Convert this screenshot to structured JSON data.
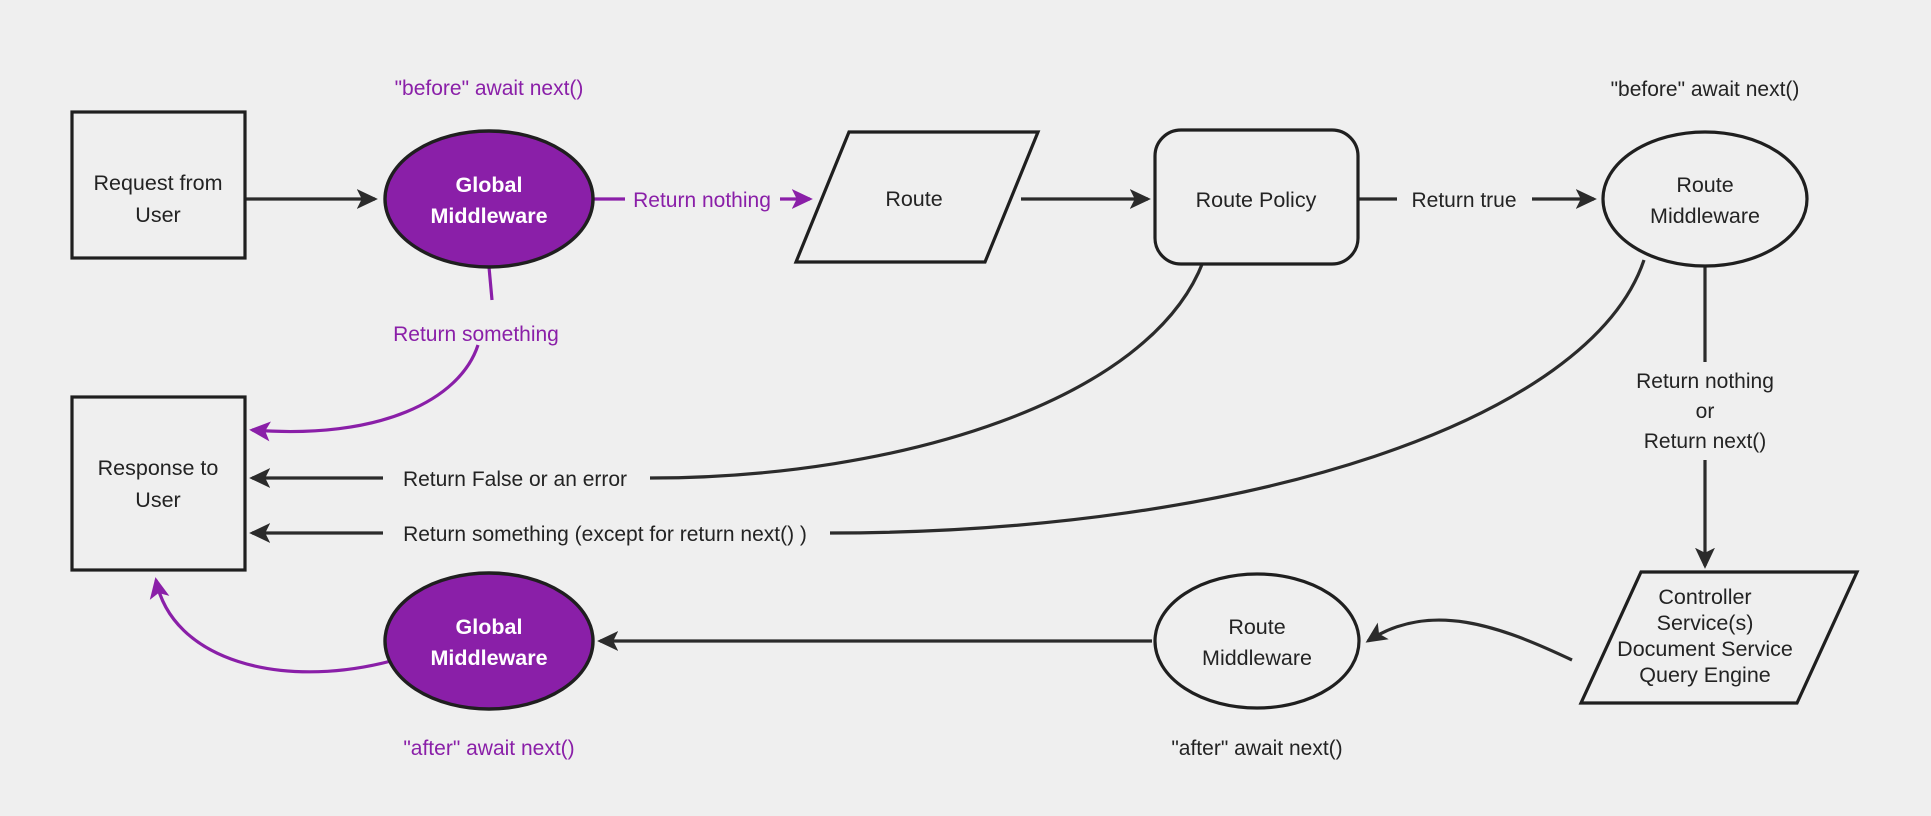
{
  "diagram": {
    "title": "Middleware request/response lifecycle flow",
    "background_color": "#efefef",
    "accent_color": "#8a1fa8",
    "line_color": "#2b2b2b",
    "nodes": {
      "request_from_user": {
        "line1": "Request from",
        "line2": "User",
        "shape": "rectangle"
      },
      "global_middleware_top": {
        "line1": "Global",
        "line2": "Middleware",
        "shape": "ellipse",
        "fill": "#8a1fa8"
      },
      "route": {
        "line1": "Route",
        "shape": "parallelogram"
      },
      "route_policy": {
        "line1": "Route Policy",
        "shape": "rounded-rectangle"
      },
      "route_middleware_top": {
        "line1": "Route",
        "line2": "Middleware",
        "shape": "ellipse"
      },
      "controller": {
        "line1": "Controller",
        "line2": "Service(s)",
        "line3": "Document Service",
        "line4": "Query Engine",
        "shape": "parallelogram"
      },
      "route_middleware_bottom": {
        "line1": "Route",
        "line2": "Middleware",
        "shape": "ellipse"
      },
      "global_middleware_bottom": {
        "line1": "Global",
        "line2": "Middleware",
        "shape": "ellipse",
        "fill": "#8a1fa8"
      },
      "response_to_user": {
        "line1": "Response to",
        "line2": "User",
        "shape": "rectangle"
      }
    },
    "edge_labels": {
      "return_nothing": "Return nothing",
      "return_something": "Return something",
      "return_true": "Return true",
      "return_false_or_error": "Return False or an error",
      "return_something_except": "Return something (except for return next() )",
      "return_nothing_or_next_line1": "Return nothing",
      "return_nothing_or_next_line2": "or",
      "return_nothing_or_next_line3": "Return next()"
    },
    "annotations": {
      "before_await_next_global": "\"before\" await next()",
      "before_await_next_route": "\"before\" await next()",
      "after_await_next_global": "\"after\" await next()",
      "after_await_next_route": "\"after\" await next()"
    }
  }
}
